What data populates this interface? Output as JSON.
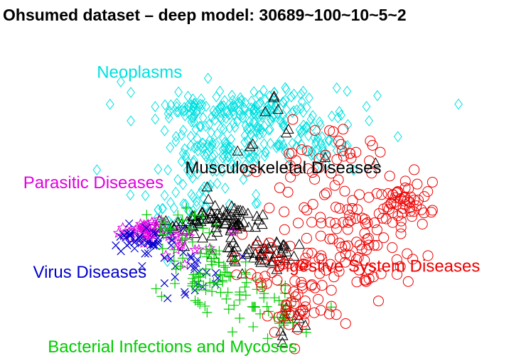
{
  "chart_data": {
    "type": "scatter",
    "title": "Ohsumed dataset  –  deep model: 30689~100~10~5~2",
    "xlabel": "",
    "ylabel": "",
    "grid": false,
    "axes_visible": false,
    "series": [
      {
        "name": "Neoplasms",
        "marker": "diamond",
        "color": "#00e0e0",
        "centroid": [
          0.42,
          0.78
        ],
        "spread": [
          0.14,
          0.08
        ],
        "clusters": [
          {
            "center": [
              0.42,
              0.84
            ],
            "spread": [
              0.14,
              0.03
            ],
            "count": 150
          },
          {
            "center": [
              0.36,
              0.68
            ],
            "spread": [
              0.06,
              0.07
            ],
            "count": 110
          },
          {
            "center": [
              0.5,
              0.75
            ],
            "spread": [
              0.1,
              0.05
            ],
            "count": 80
          },
          {
            "center": [
              0.62,
              0.7
            ],
            "spread": [
              0.05,
              0.04
            ],
            "count": 30
          },
          {
            "center": [
              0.26,
              0.48
            ],
            "spread": [
              0.06,
              0.04
            ],
            "count": 30
          }
        ]
      },
      {
        "name": "Musculoskeletal Diseases",
        "marker": "triangle",
        "color": "#000000",
        "clusters": [
          {
            "center": [
              0.4,
              0.46
            ],
            "spread": [
              0.04,
              0.03
            ],
            "count": 60
          },
          {
            "center": [
              0.48,
              0.34
            ],
            "spread": [
              0.05,
              0.03
            ],
            "count": 45
          },
          {
            "center": [
              0.28,
              0.44
            ],
            "spread": [
              0.04,
              0.03
            ],
            "count": 25
          },
          {
            "center": [
              0.55,
              0.12
            ],
            "spread": [
              0.03,
              0.04
            ],
            "count": 10
          },
          {
            "center": [
              0.5,
              0.78
            ],
            "spread": [
              0.12,
              0.08
            ],
            "count": 12
          }
        ]
      },
      {
        "name": "Parasitic Diseases",
        "marker": "star",
        "color": "#e000e0",
        "clusters": [
          {
            "center": [
              0.2,
              0.42
            ],
            "spread": [
              0.03,
              0.02
            ],
            "count": 40
          },
          {
            "center": [
              0.3,
              0.38
            ],
            "spread": [
              0.04,
              0.04
            ],
            "count": 14
          }
        ]
      },
      {
        "name": "Virus Diseases",
        "marker": "x",
        "color": "#0000cc",
        "clusters": [
          {
            "center": [
              0.18,
              0.39
            ],
            "spread": [
              0.03,
              0.02
            ],
            "count": 35
          },
          {
            "center": [
              0.3,
              0.31
            ],
            "spread": [
              0.05,
              0.05
            ],
            "count": 30
          }
        ]
      },
      {
        "name": "Bacterial Infections and Mycoses",
        "marker": "plus",
        "color": "#00cc00",
        "clusters": [
          {
            "center": [
              0.34,
              0.28
            ],
            "spread": [
              0.05,
              0.05
            ],
            "count": 55
          },
          {
            "center": [
              0.44,
              0.18
            ],
            "spread": [
              0.06,
              0.05
            ],
            "count": 40
          },
          {
            "center": [
              0.28,
              0.44
            ],
            "spread": [
              0.04,
              0.03
            ],
            "count": 25
          },
          {
            "center": [
              0.56,
              0.12
            ],
            "spread": [
              0.04,
              0.04
            ],
            "count": 10
          }
        ]
      },
      {
        "name": "Digestive System Diseases",
        "marker": "circle",
        "color": "#ee0000",
        "clusters": [
          {
            "center": [
              0.7,
              0.4
            ],
            "spread": [
              0.09,
              0.1
            ],
            "count": 110
          },
          {
            "center": [
              0.83,
              0.52
            ],
            "spread": [
              0.04,
              0.04
            ],
            "count": 45
          },
          {
            "center": [
              0.58,
              0.16
            ],
            "spread": [
              0.05,
              0.05
            ],
            "count": 40
          },
          {
            "center": [
              0.62,
              0.68
            ],
            "spread": [
              0.06,
              0.05
            ],
            "count": 35
          },
          {
            "center": [
              0.5,
              0.3
            ],
            "spread": [
              0.05,
              0.05
            ],
            "count": 25
          }
        ]
      }
    ],
    "annotations": [
      {
        "text": "Neoplasms",
        "color": "#00e0e0",
        "at": [
          0.18,
          0.93
        ]
      },
      {
        "text": "Musculoskeletal Diseases",
        "color": "#000000",
        "at": [
          0.36,
          0.61
        ]
      },
      {
        "text": "Parasitic Diseases",
        "color": "#e000e0",
        "at": [
          0.03,
          0.56
        ]
      },
      {
        "text": "Virus Diseases",
        "color": "#0000cc",
        "at": [
          0.05,
          0.26
        ]
      },
      {
        "text": "Digestive System Diseases",
        "color": "#ee0000",
        "at": [
          0.54,
          0.28
        ]
      },
      {
        "text": "Bacterial Infections and Mycoses",
        "color": "#00cc00",
        "at": [
          0.08,
          0.01
        ]
      }
    ]
  }
}
